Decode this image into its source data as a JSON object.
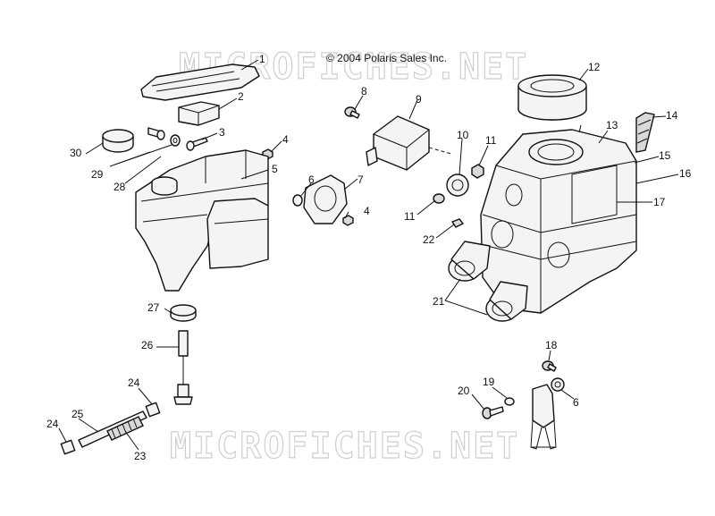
{
  "copyright": "© 2004 Polaris Sales Inc.",
  "watermark_top": "MICROFICHES.NET",
  "watermark_bottom": "MICROFICHES.NET",
  "callouts": {
    "c1": "1",
    "c2": "2",
    "c3": "3",
    "c4a": "4",
    "c4b": "4",
    "c5": "5",
    "c6a": "6",
    "c6b": "6",
    "c7": "7",
    "c8": "8",
    "c9": "9",
    "c10": "10",
    "c11a": "11",
    "c11b": "11",
    "c12": "12",
    "c13": "13",
    "c14": "14",
    "c15": "15",
    "c16": "16",
    "c17": "17",
    "c18": "18",
    "c19": "19",
    "c20": "20",
    "c21": "21",
    "c22": "22",
    "c23": "23",
    "c24a": "24",
    "c24b": "24",
    "c25": "25",
    "c26": "26",
    "c27": "27",
    "c28": "28",
    "c29": "29",
    "c30": "30"
  }
}
